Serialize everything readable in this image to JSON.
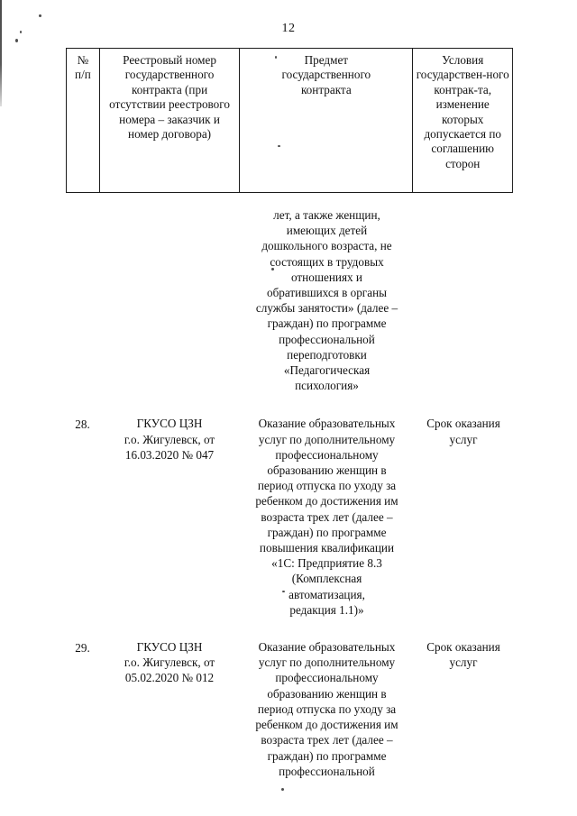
{
  "page": {
    "number": "12"
  },
  "table": {
    "headers": {
      "num": "№\nп/п",
      "registry": "Реестровый номер государственного контракта (при отсутствии реестрового номера – заказчик и номер договора)",
      "subject": "Предмет\nгосударственного\nконтракта",
      "conditions": "Условия государствен-ного контрак-та, изменение которых допускается по соглашению сторон"
    },
    "rows": [
      {
        "num": "",
        "registry": "",
        "subject": "лет, а также женщин,\nимеющих детей\nдошкольного возраста, не\nсостоящих в трудовых\nотношениях и\nобратившихся в органы\nслужбы занятости» (далее –\nграждан) по программе\nпрофессиональной\nпереподготовки\n«Педагогическая\nпсихология»",
        "conditions": ""
      },
      {
        "num": "28.",
        "registry": "ГКУСО ЦЗН\nг.о. Жигулевск, от\n16.03.2020 № 047",
        "subject": "Оказание образовательных\nуслуг по дополнительному\nпрофессиональному\nобразованию женщин в\nпериод отпуска по уходу за\nребенком до достижения им\nвозраста трех лет (далее –\nграждан) по программе\nповышения квалификации\n«1С: Предприятие 8.3\n(Комплексная\nавтоматизация,\nредакция 1.1)»",
        "conditions": "Срок оказания\nуслуг"
      },
      {
        "num": "29.",
        "registry": "ГКУСО ЦЗН\nг.о. Жигулевск, от\n05.02.2020 № 012",
        "subject": "Оказание образовательных\nуслуг по дополнительному\nпрофессиональному\nобразованию женщин в\nпериод отпуска по уходу за\nребенком до достижения им\nвозраста трех лет (далее –\nграждан) по программе\nпрофессиональной",
        "conditions": "Срок оказания\nуслуг"
      }
    ]
  }
}
